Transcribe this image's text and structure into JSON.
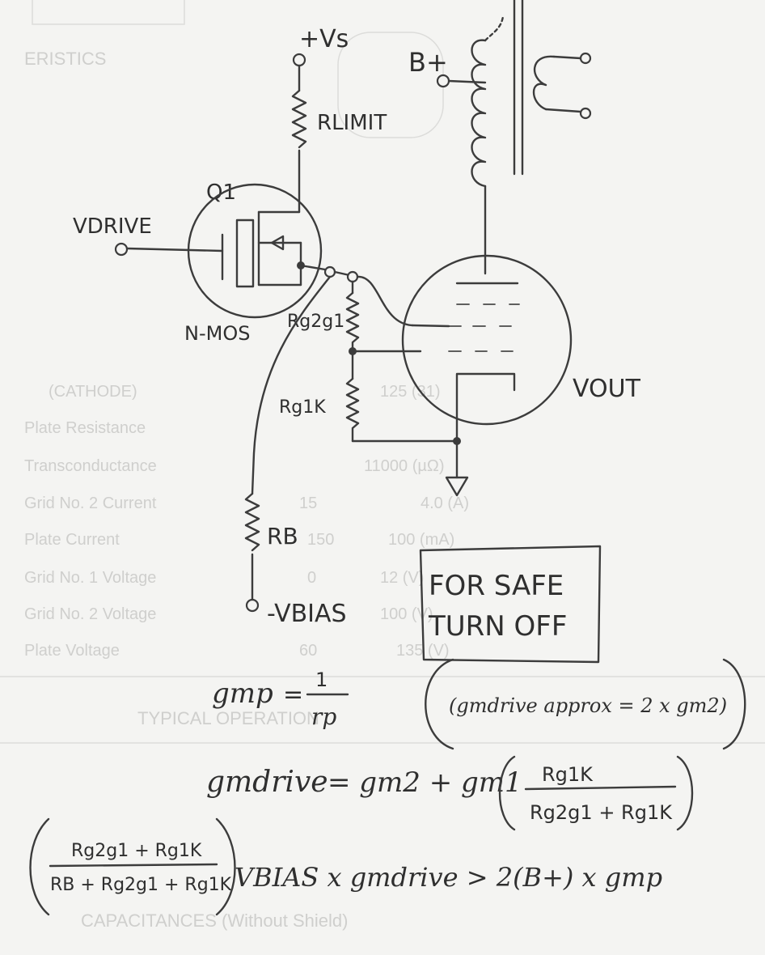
{
  "schematic": {
    "supply_label": "+Vs",
    "limit_resistor": "RLIMIT",
    "transistor_ref": "Q1",
    "transistor_type": "N-MOS",
    "drive_label": "VDRIVE",
    "bplus_label": "B+",
    "screen_resistor": "Rg2g1",
    "grid_resistor": "Rg1K",
    "bias_resistor": "RB",
    "bias_label": "-VBIAS",
    "output_label": "VOUT"
  },
  "note_box": {
    "line1": "FOR SAFE",
    "line2": "TURN OFF"
  },
  "equations": {
    "gmp_lhs": "gmp",
    "gmp_num": "1",
    "gmp_den": "rp",
    "approx": "(gmdrive approx = 2 x gm2)",
    "gmdrive_lhs": "gmdrive",
    "gmdrive_terms": "= gm2 + gm1",
    "gmdrive_frac_num": "Rg1K",
    "gmdrive_frac_den": "Rg2g1 + Rg1K",
    "cond_num": "Rg2g1 + Rg1K",
    "cond_den": "RB + Rg2g1 + Rg1K",
    "cond_tail": "VBIAS x gmdrive > 2(B+) x gmp"
  },
  "background_print": {
    "header": "ERISTICS",
    "rows": [
      "(CATHODE)",
      "Plate Resistance",
      "Transconductance",
      "Grid No. 2 Current",
      "Plate Current",
      "Grid No. 1 Voltage",
      "Grid No. 2 Voltage",
      "Plate Voltage"
    ],
    "values": [
      "125 (31)",
      "11000 (µΩ)",
      "15",
      "4.0 (A)",
      "150",
      "100 (mA)",
      "0",
      "12 (V)",
      "100 (V)",
      "60",
      "135 (V)"
    ],
    "section": "TYPICAL OPERATION",
    "footer": "CAPACITANCES (Without Shield)"
  },
  "colors": {
    "paper": "#f4f4f2",
    "ink": "#3c3c3c",
    "ghost": "#cfcfcd"
  }
}
